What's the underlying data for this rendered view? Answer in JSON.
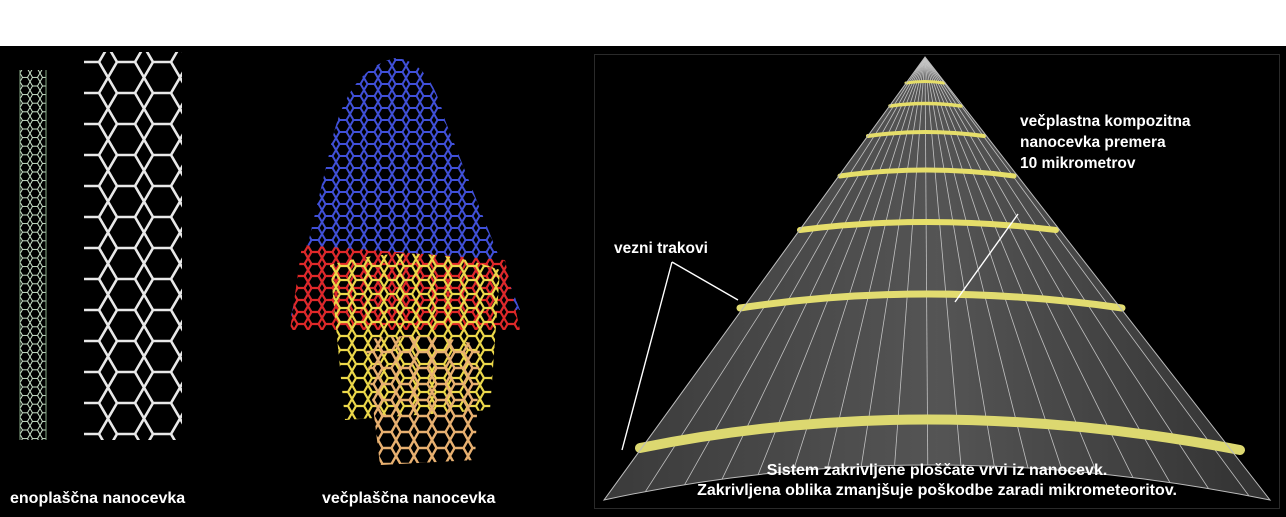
{
  "captions": {
    "single_wall": "enoplaščna nanocevka",
    "multi_wall": "večplaščna nanocevka"
  },
  "cone": {
    "label_bands": "vezni trakovi",
    "label_composite_line1": "večplastna kompozitna",
    "label_composite_line2": "nanocevka premera",
    "label_composite_line3": "10 mikrometrov",
    "caption_line1": "Sistem zakrivljene ploščate vrvi iz nanocevk.",
    "caption_line2": "Zakrivljena oblika zmanjšuje poškodbe zaradi mikrometeoritov."
  },
  "colors": {
    "background": "#000000",
    "band": "#e8e070",
    "tube_blue": "#3040c8",
    "tube_red": "#d82020",
    "tube_yellow": "#e8d040",
    "tube_orange": "#e0a060"
  }
}
